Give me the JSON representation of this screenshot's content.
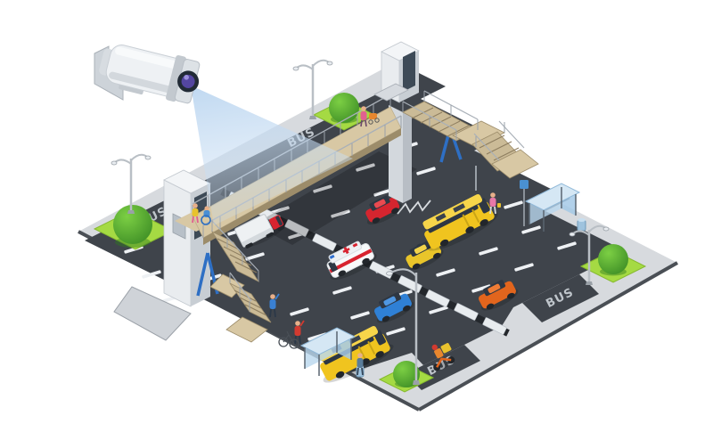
{
  "scene": {
    "description": "Isometric illustration: CCTV camera surveying a highway with pedestrian overpass",
    "background": "#ffffff"
  },
  "road": {
    "bus_lane_marking": "BUS",
    "asphalt": "#3f444b",
    "sidewalk": "#d7dade",
    "lane_dash": "#eef1f4",
    "marking_text_color": "#c6ccd2",
    "barrier_block": "#e8ecef",
    "barrier_base": "#23272c"
  },
  "camera": {
    "body": "#eef1f4",
    "bracket": "#cdd3d9",
    "lens_outer": "#222b36",
    "lens_iris": "#5446a0",
    "beam": "#bcd6f0"
  },
  "bridge": {
    "deck": "#d8c8a4",
    "deck_side": "#9c8c6a",
    "railing": "#a9b0b8",
    "tower_front": "#e9ecef",
    "tower_side": "#c8ced4",
    "tower_top": "#f3f5f7",
    "window": "#3d4a57",
    "support_blue": "#2e6fc4",
    "pillar": "#d3d8dd"
  },
  "greenery": {
    "grass": "#a5da43",
    "grass_edge": "#86b92f",
    "bush_dark": "#3f8f26",
    "bush_light": "#7ccf44"
  },
  "shelter": {
    "glass": "#b9d7ee",
    "glass_side": "#a5c9e6",
    "roof": "#d5e7f4",
    "frame": "#5a6570"
  },
  "vehicles": [
    {
      "name": "box-truck",
      "color": "#eef1f3"
    },
    {
      "name": "red-car",
      "color": "#d5252f"
    },
    {
      "name": "city-bus-right",
      "color": "#f0c41f"
    },
    {
      "name": "taxi",
      "color": "#e9c52a"
    },
    {
      "name": "ambulance",
      "color": "#f7f9fa"
    },
    {
      "name": "blue-car",
      "color": "#2f80d5"
    },
    {
      "name": "orange-car",
      "color": "#e2651d"
    },
    {
      "name": "city-bus-at-stop",
      "color": "#f0c41f"
    },
    {
      "name": "delivery-scooter",
      "color": "#e8c22e"
    }
  ],
  "people": [
    {
      "name": "woman-with-stroller-on-bridge"
    },
    {
      "name": "woman-and-wheelchair-user-at-elevator"
    },
    {
      "name": "person-waving-blue"
    },
    {
      "name": "person-waving-red-with-bicycle"
    },
    {
      "name": "person-at-bottom-bus-stop"
    },
    {
      "name": "woman-at-right-bus-stop"
    }
  ]
}
